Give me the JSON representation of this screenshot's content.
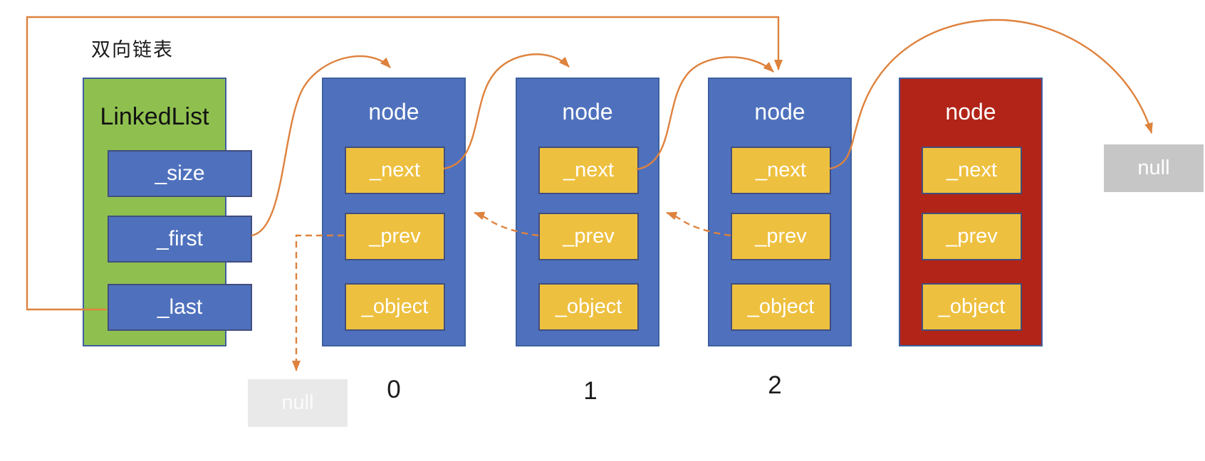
{
  "title": "双向链表",
  "colors": {
    "green_box": "#8fc04f",
    "node_blue": "#4f71bd",
    "node_red": "#b22418",
    "field_gold": "#eec03f",
    "field_border": "#414e7e",
    "box_border": "#3d5fa0",
    "arrow_orange": "#de823d",
    "null_dark": "#c6c6c6",
    "null_light": "#e9e9e9"
  },
  "linkedlist": {
    "title": "LinkedList",
    "fields": [
      "_size",
      "_first",
      "_last"
    ]
  },
  "nodes": [
    {
      "title": "node",
      "variant": "blue",
      "fields": [
        "_next",
        "_prev",
        "_object"
      ],
      "index_label": "0"
    },
    {
      "title": "node",
      "variant": "blue",
      "fields": [
        "_next",
        "_prev",
        "_object"
      ],
      "index_label": "1"
    },
    {
      "title": "node",
      "variant": "blue",
      "fields": [
        "_next",
        "_prev",
        "_object"
      ],
      "index_label": "2"
    },
    {
      "title": "node",
      "variant": "red",
      "fields": [
        "_next",
        "_prev",
        "_object"
      ],
      "index_label": ""
    }
  ],
  "null_boxes": {
    "head": "null",
    "tail": "null"
  }
}
